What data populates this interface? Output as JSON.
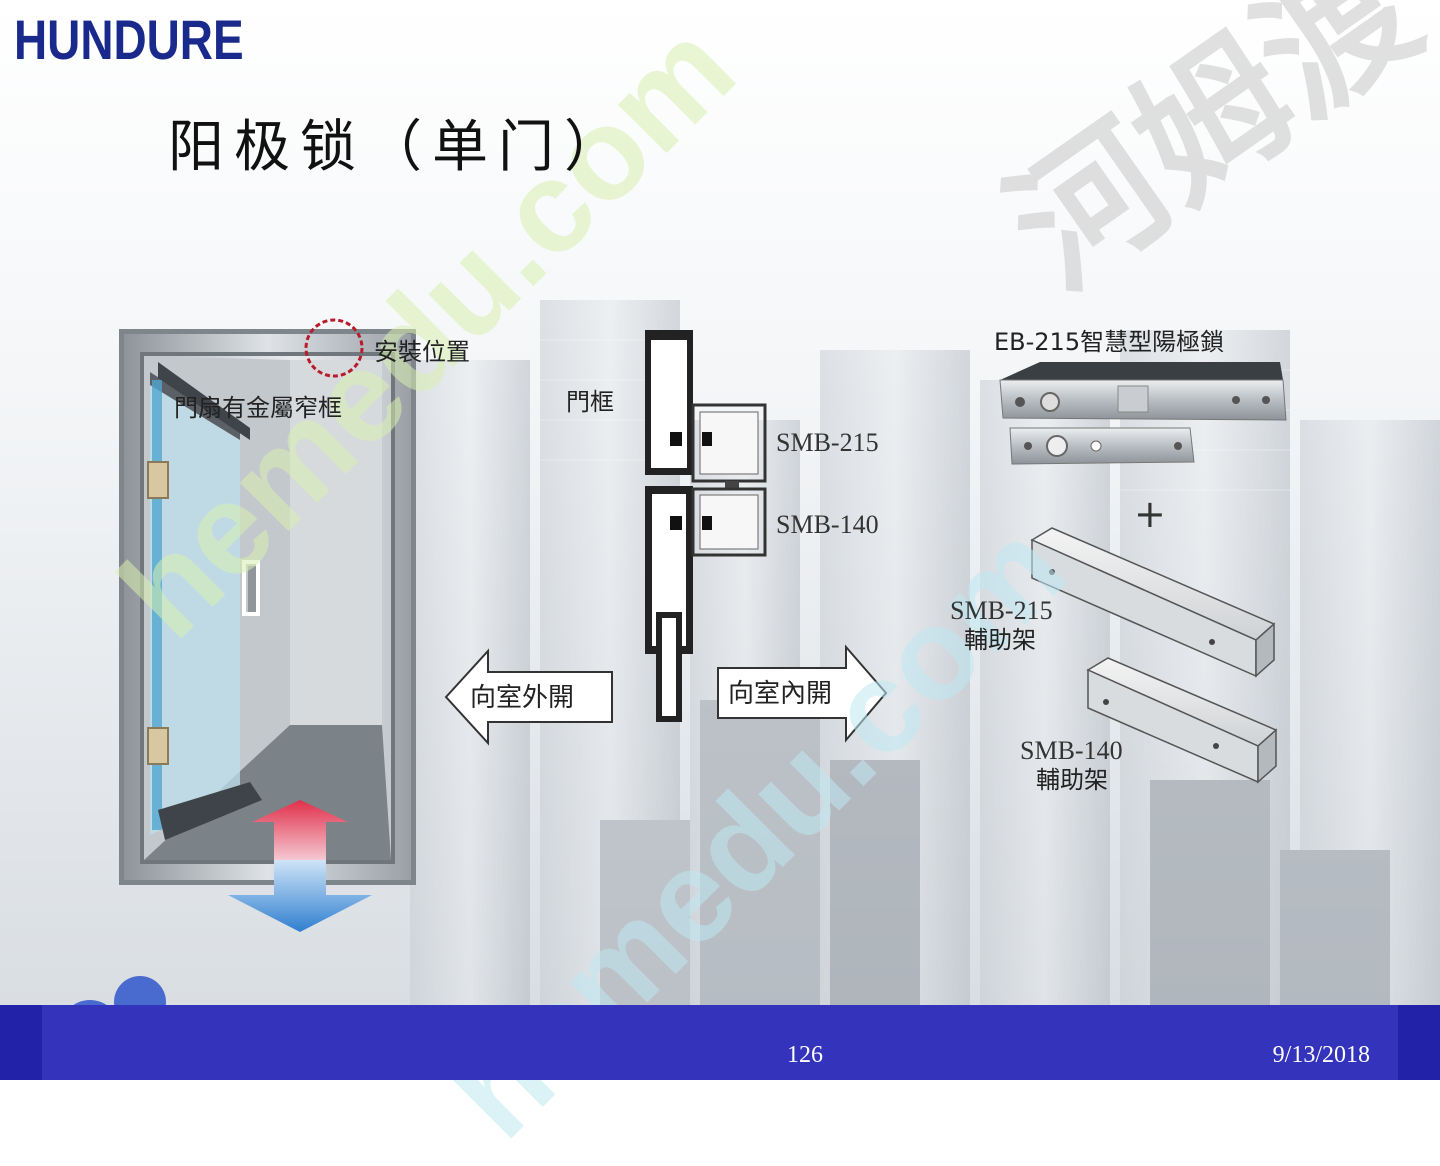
{
  "logo": "HUNDURE",
  "title": "阳极锁（单门）",
  "door": {
    "install_label": "安裝位置",
    "frame_label": "門扇有金屬窄框"
  },
  "section": {
    "frame_label": "門框",
    "smb215": "SMB-215",
    "smb140": "SMB-140",
    "open_out": "向室外開",
    "open_in": "向室內開"
  },
  "parts": {
    "product_title": "EB-215智慧型陽極鎖",
    "plus": "+",
    "smb215_line1": "SMB-215",
    "smb215_line2": "輔助架",
    "smb140_line1": "SMB-140",
    "smb140_line2": "輔助架"
  },
  "watermark": {
    "cn": "河姆渡",
    "en1": "hemedu.com",
    "en2": "hemedu.com"
  },
  "footer": {
    "page_number": "126",
    "date": "9/13/2018"
  },
  "colors": {
    "logo": "#1a2a8c",
    "footer": "#3333bb",
    "watermark_green": "#d8f0b0",
    "watermark_cyan": "#bfe8f2",
    "watermark_gray": "#c8c8c8"
  }
}
